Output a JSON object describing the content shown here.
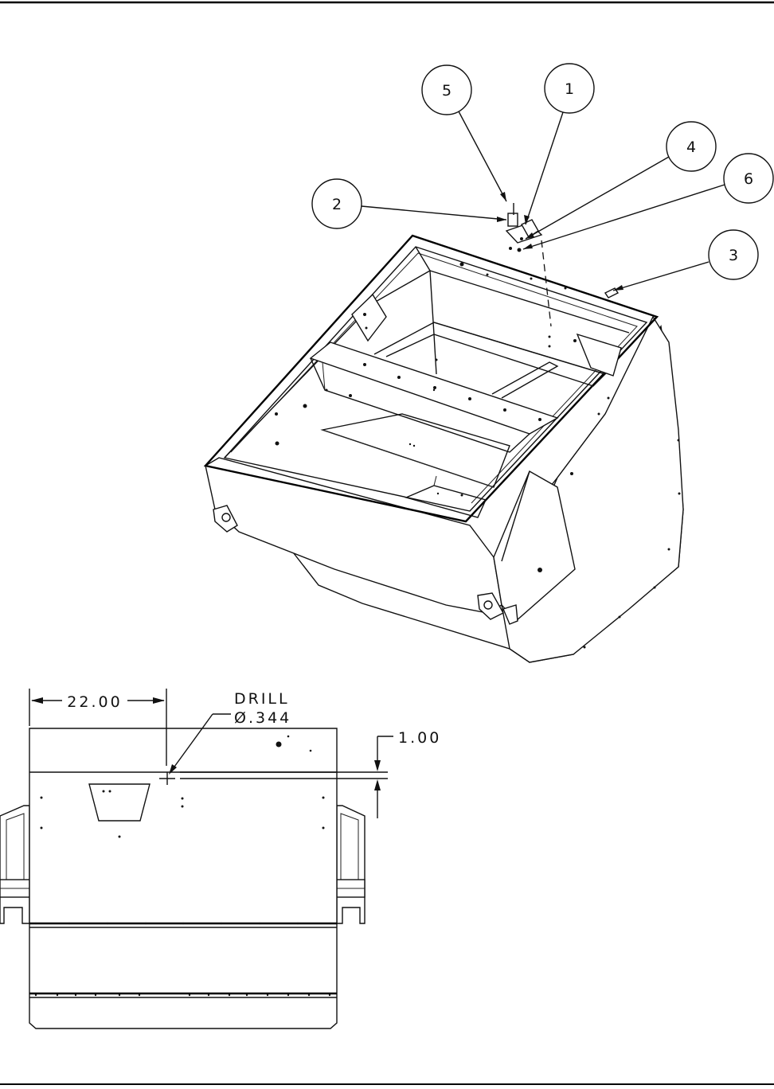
{
  "callouts": [
    {
      "id": "5",
      "label": "5"
    },
    {
      "id": "1",
      "label": "1"
    },
    {
      "id": "4",
      "label": "4"
    },
    {
      "id": "6",
      "label": "6"
    },
    {
      "id": "2",
      "label": "2"
    },
    {
      "id": "3",
      "label": "3"
    }
  ],
  "dimensions": {
    "width_label": "22.00",
    "drill_title": "DRILL",
    "drill_diameter": "Ø.344",
    "offset_label": "1.00"
  }
}
